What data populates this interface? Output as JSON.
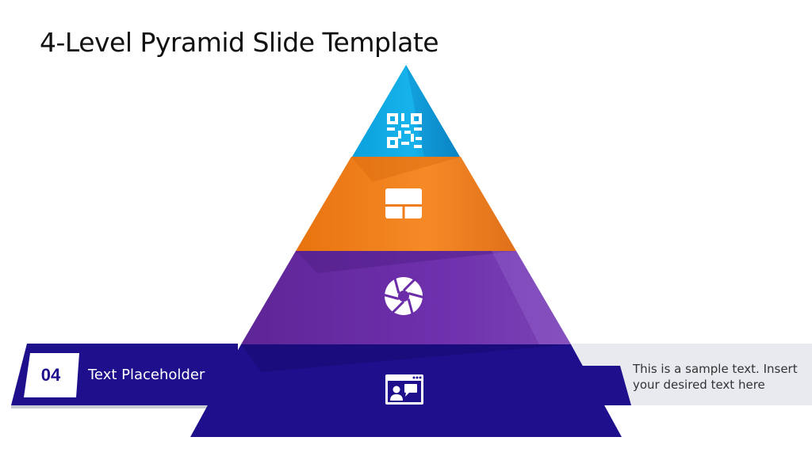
{
  "slide": {
    "title": "4-Level Pyramid Slide Template"
  },
  "levels": [
    {
      "level": 1,
      "color": "#0ea5e0",
      "icon": "qr-code-icon"
    },
    {
      "level": 2,
      "color": "#f07d1c",
      "icon": "layout-icon"
    },
    {
      "level": 3,
      "color": "#6a2ca8",
      "icon": "aperture-icon"
    },
    {
      "level": 4,
      "color": "#1e0f8c",
      "icon": "video-call-icon"
    }
  ],
  "callout": {
    "number": "04",
    "label": "Text Placeholder",
    "description": "This is a sample text. Insert your desired text here",
    "banner_color": "#1e0f8c",
    "description_bg": "#e8eaef"
  }
}
